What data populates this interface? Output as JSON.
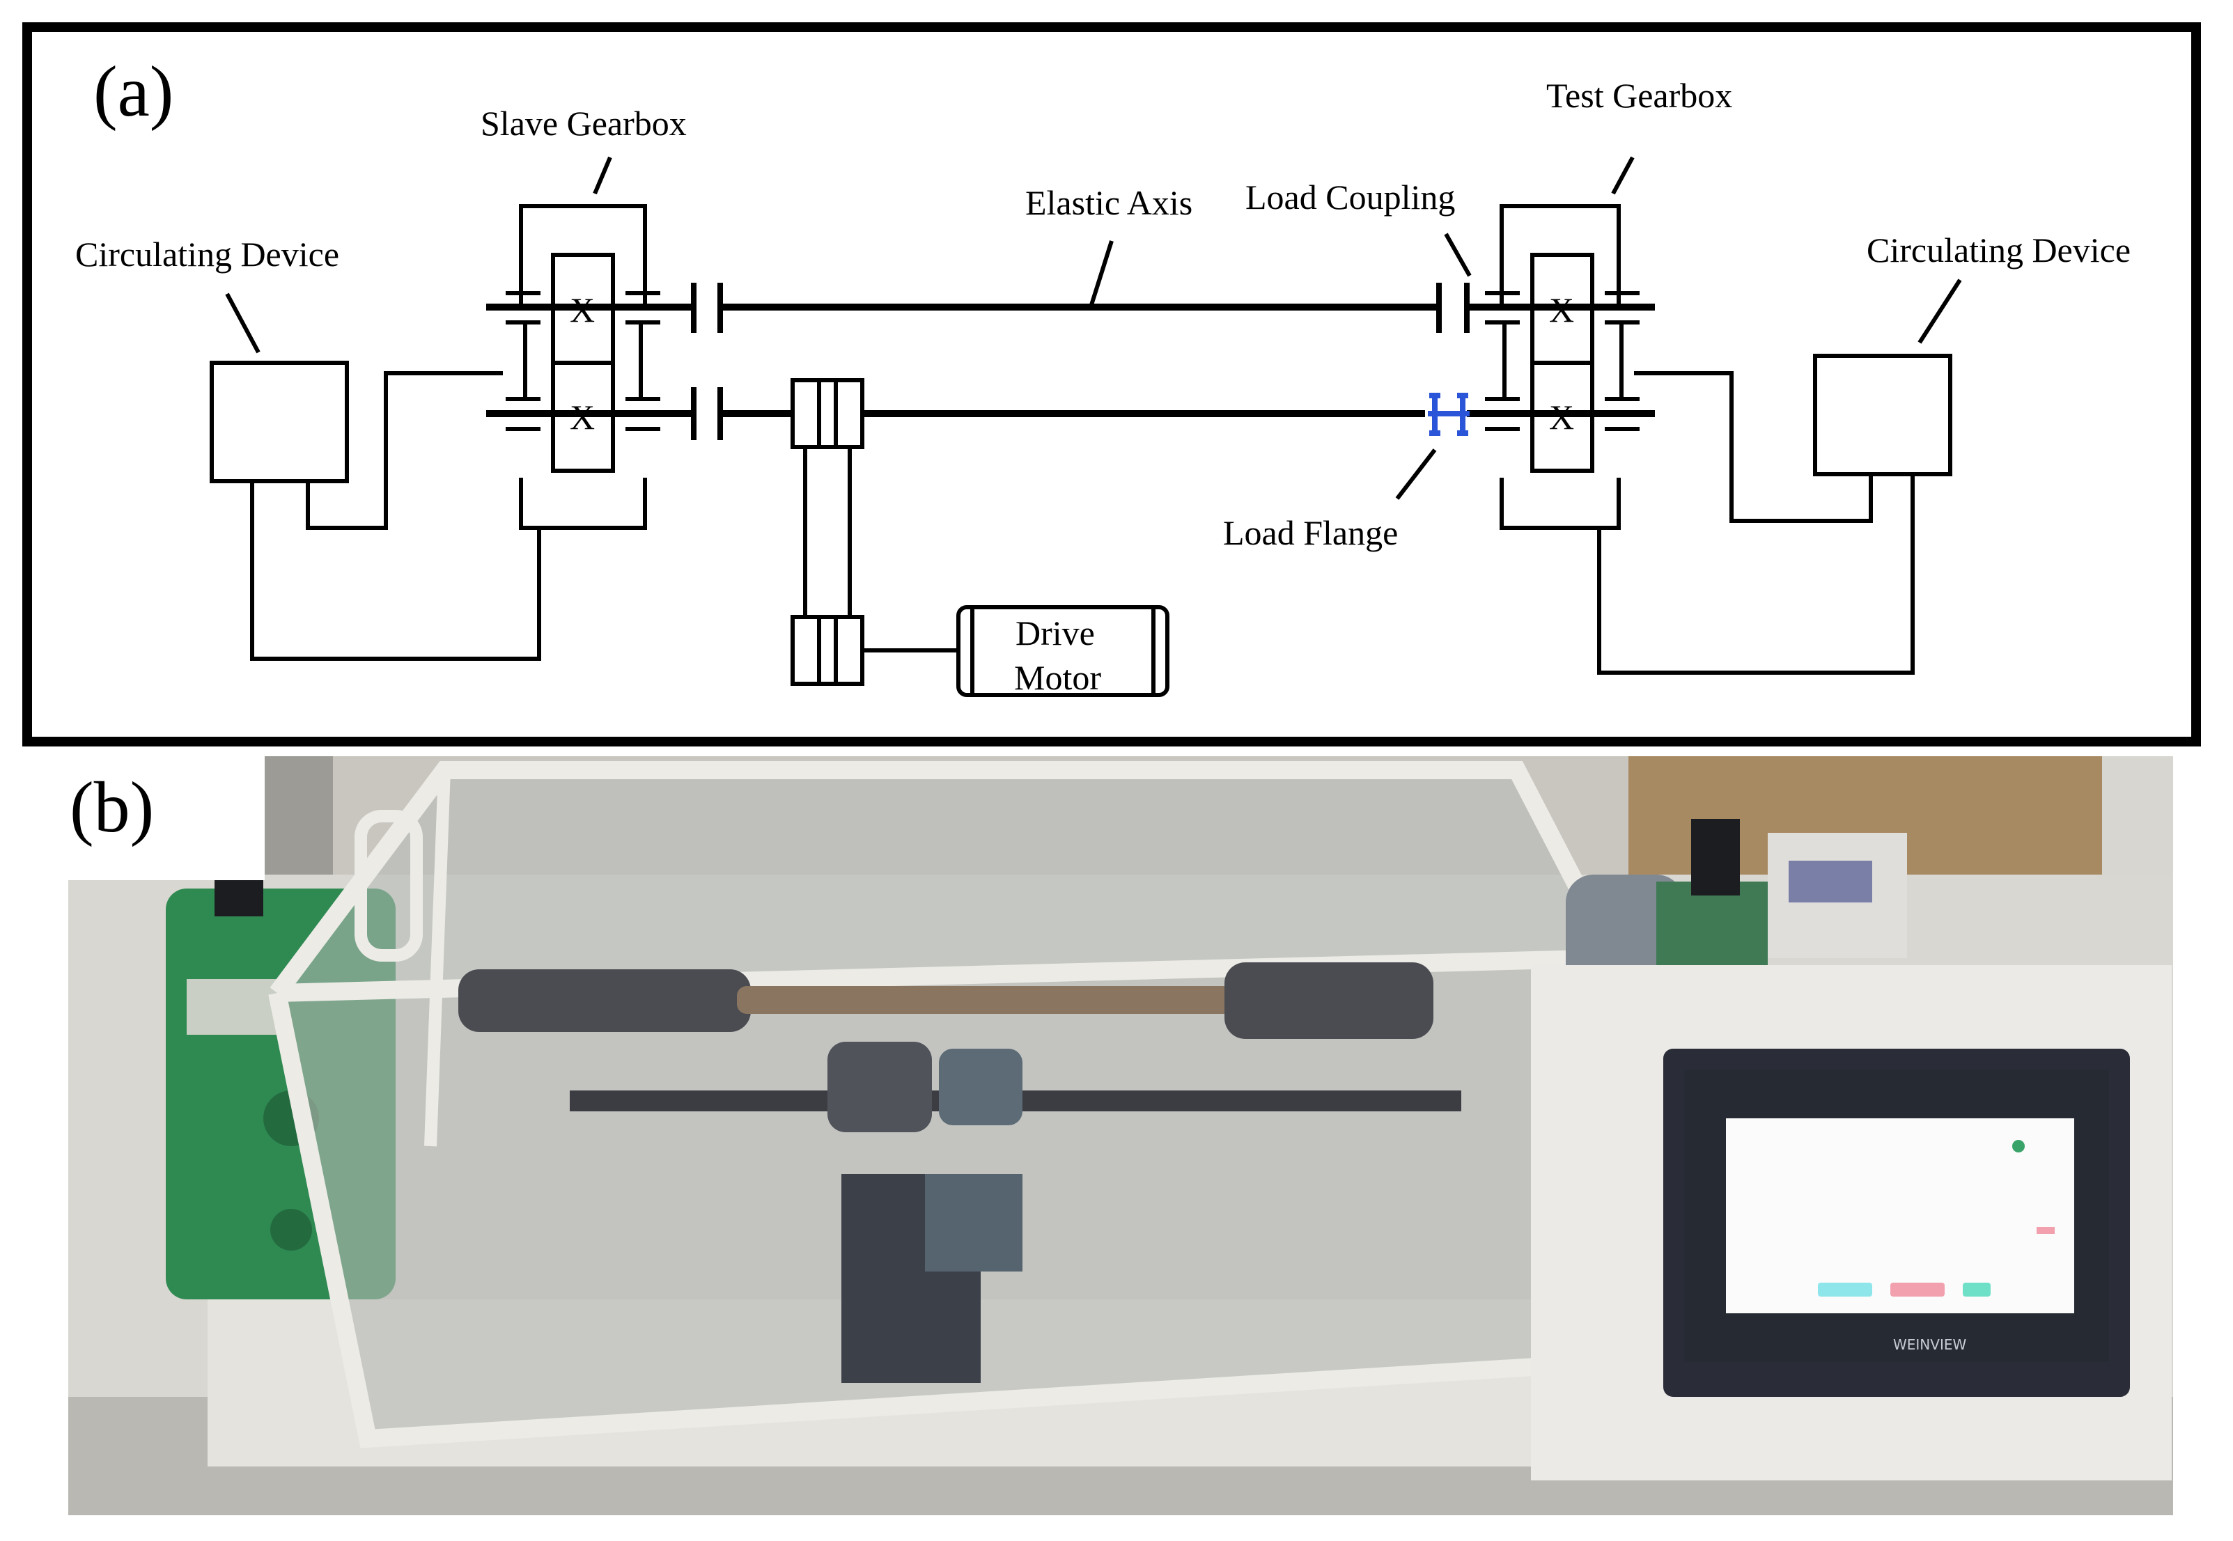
{
  "panel_a": {
    "tag": "(a)",
    "labels": {
      "slave_gearbox": "Slave Gearbox",
      "test_gearbox": "Test Gearbox",
      "circulating_left": "Circulating Device",
      "circulating_right": "Circulating Device",
      "elastic_axis": "Elastic Axis",
      "load_coupling": "Load Coupling",
      "load_flange": "Load Flange",
      "drive_motor_line1": "Drive",
      "drive_motor_line2": "Motor",
      "gear_mark": "X"
    },
    "colors": {
      "line": "#000000",
      "flange": "#2a55d8"
    }
  },
  "panel_b": {
    "tag": "(b)",
    "screen_brand": "WEINVIEW",
    "colors": {
      "cabinet": "#dcdcd6",
      "frame": "#ecebe6",
      "gearbox": "#2f8a52",
      "screen_bezel": "#2a2d38",
      "button_cyan": "#8ee6ea",
      "button_pink": "#f2a0ad",
      "button_teal": "#6fe0c8"
    }
  }
}
